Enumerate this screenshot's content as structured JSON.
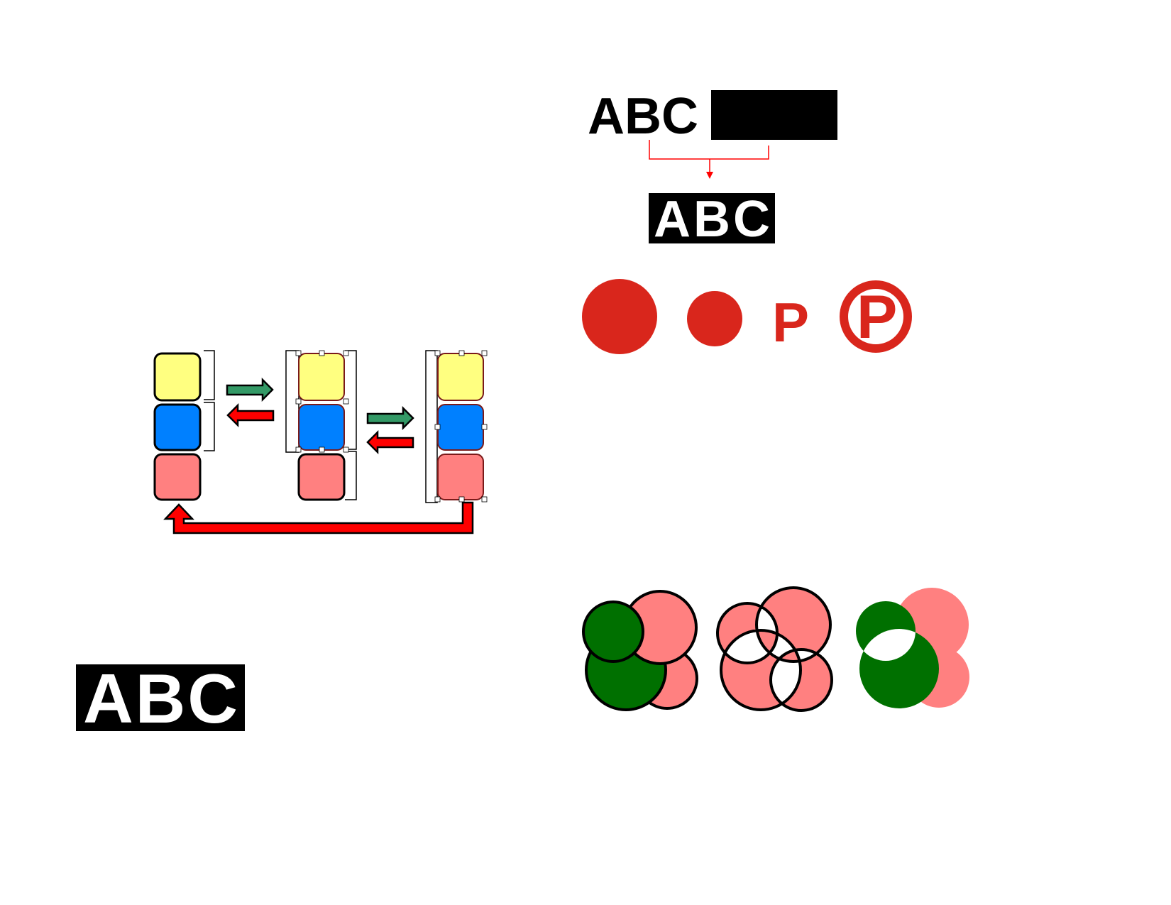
{
  "texts": {
    "abc_plain": "ABC",
    "abc_combined": "ABC",
    "abc_bottom": "ABC",
    "p_letter": "P",
    "p_circled": "P"
  },
  "colors": {
    "yellow": "#ffff80",
    "blue": "#0080ff",
    "pink": "#ff8080",
    "green_arrow": "#339966",
    "red": "#ff0000",
    "dark_red": "#d9261c",
    "dark_green": "#007000"
  }
}
